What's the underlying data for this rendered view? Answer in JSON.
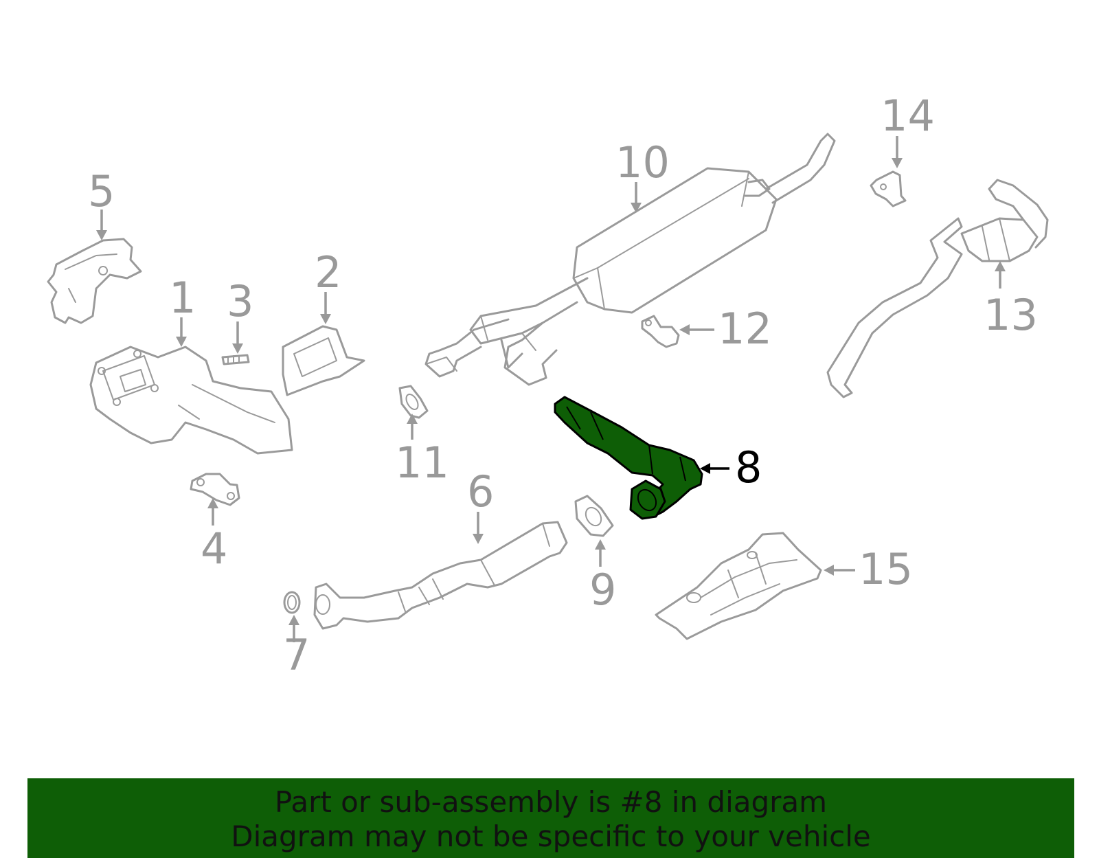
{
  "callouts": {
    "c1": "1",
    "c2": "2",
    "c3": "3",
    "c4": "4",
    "c5": "5",
    "c6": "6",
    "c7": "7",
    "c8": "8",
    "c9": "9",
    "c10": "10",
    "c11": "11",
    "c12": "12",
    "c13": "13",
    "c14": "14",
    "c15": "15"
  },
  "highlighted_part": "8",
  "colors": {
    "highlight": "#0e5e06",
    "line": "#9a9a9a",
    "label": "#999999"
  },
  "banner": {
    "line1": "Part or sub-assembly is #8 in diagram",
    "line2": "Diagram may not be specific to your vehicle"
  }
}
